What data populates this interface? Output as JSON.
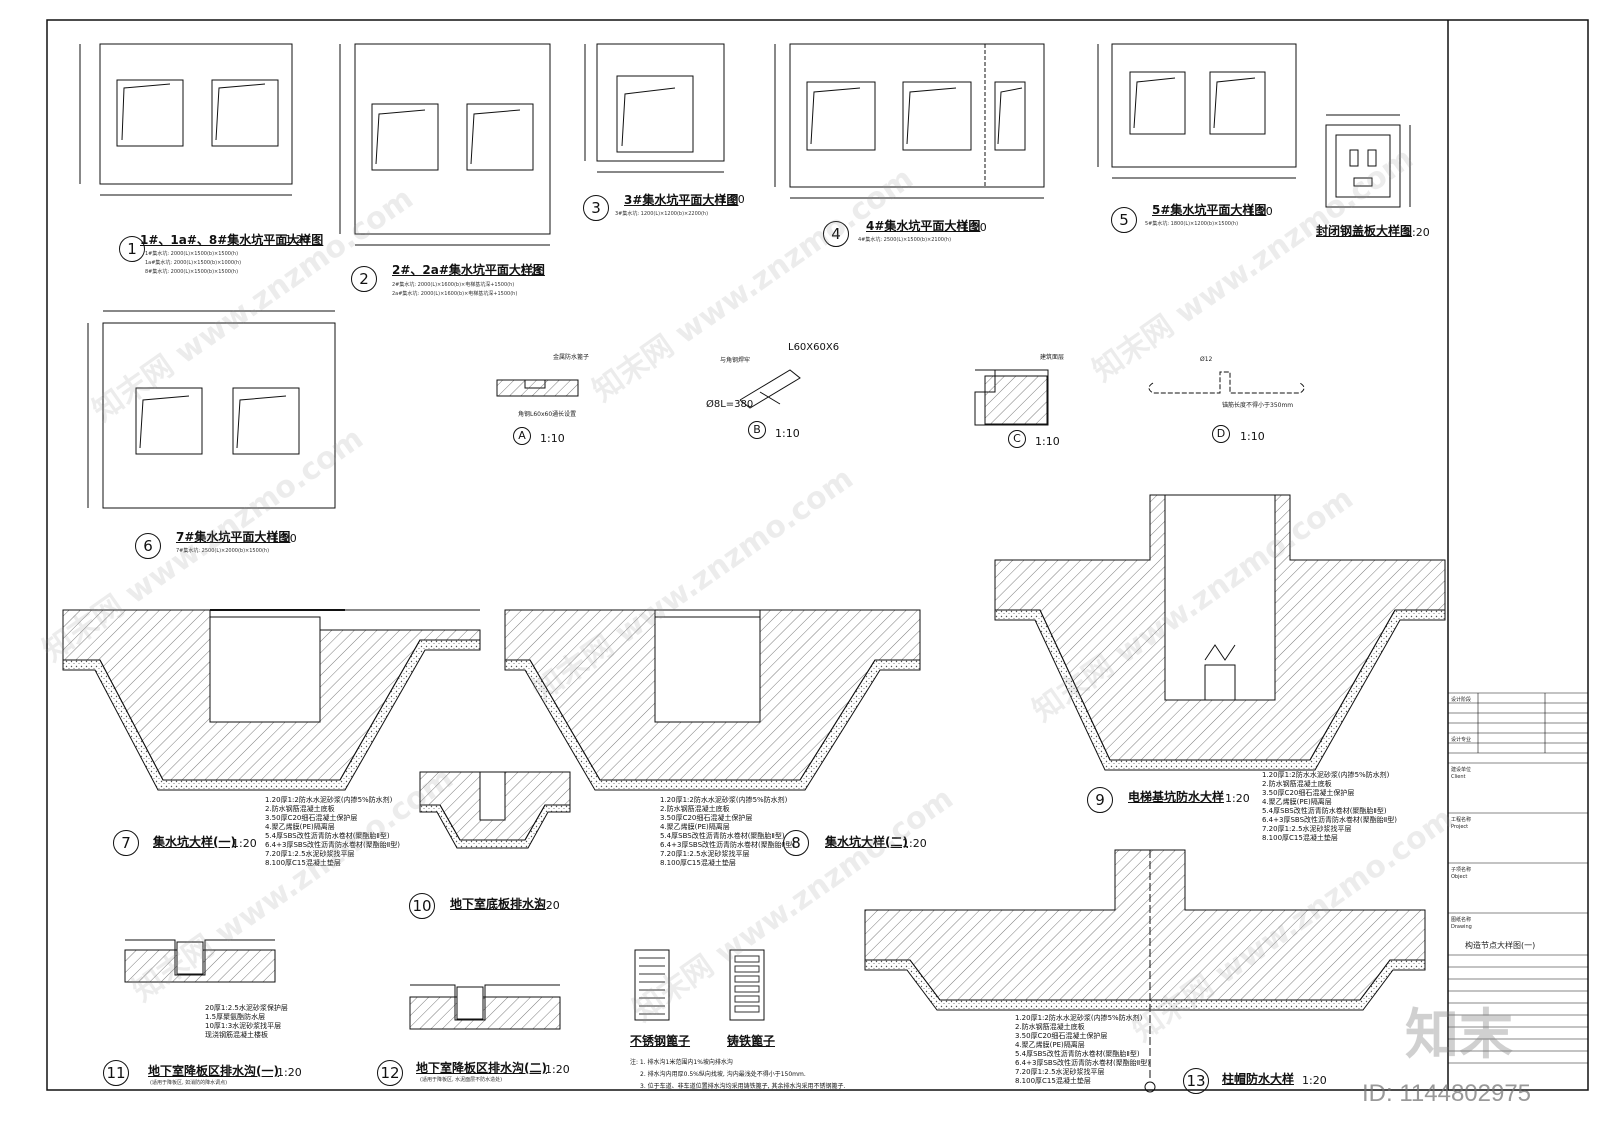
{
  "details": {
    "d1": {
      "num": "1",
      "title": "1#、1a#、8#集水坑平面大样图",
      "scale": "1:20",
      "notes": [
        "1#集水坑: 2000(L)×1500(b)×1500(h)",
        "1a#集水坑: 2000(L)×1500(b)×1000(h)",
        "8#集水坑: 2000(L)×1500(b)×1500(h)"
      ]
    },
    "d2": {
      "num": "2",
      "title": "2#、2a#集水坑平面大样图",
      "scale": "1:20",
      "notes": [
        "2#集水坑: 2000(L)×1600(b)×电梯基坑深+1500(h)",
        "2a#集水坑: 2000(L)×1600(b)×电梯基坑深+1500(h)"
      ]
    },
    "d3": {
      "num": "3",
      "title": "3#集水坑平面大样图",
      "scale": "1:20",
      "notes": [
        "3#集水坑: 1200(L)×1200(b)×2200(h)"
      ]
    },
    "d4": {
      "num": "4",
      "title": "4#集水坑平面大样图",
      "scale": "1:20",
      "notes": [
        "4#集水坑: 2500(L)×1500(b)×2100(h)"
      ]
    },
    "d5": {
      "num": "5",
      "title": "5#集水坑平面大样图",
      "scale": "1:20",
      "notes": [
        "5#集水坑: 1800(L)×1200(b)×1500(h)"
      ]
    },
    "cover": {
      "title": "封闭钢盖板大样图",
      "scale": "1:20"
    },
    "d6": {
      "num": "6",
      "title": "7#集水坑平面大样图",
      "scale": "1:20",
      "notes": [
        "7#集水坑: 2500(L)×2000(b)×1500(h)"
      ]
    },
    "dA": {
      "num": "A",
      "scale": "1:10",
      "label": "角钢L60x60通长设置",
      "top": "金属防水篦子"
    },
    "dB": {
      "num": "B",
      "scale": "1:10",
      "label": "L60X60X6",
      "label2": "与角钢焊牢",
      "label3": "Ø8L=380"
    },
    "dC": {
      "num": "C",
      "scale": "1:10",
      "label": "建筑面层"
    },
    "dD": {
      "num": "D",
      "scale": "1:10",
      "label": "锚筋长度不得小于350mm",
      "label2": "Ø12"
    },
    "d7": {
      "num": "7",
      "title": "集水坑大样(一)",
      "scale": "1:20"
    },
    "d8": {
      "num": "8",
      "title": "集水坑大样(二)",
      "scale": "1:20"
    },
    "d9": {
      "num": "9",
      "title": "电梯基坑防水大样",
      "scale": "1:20"
    },
    "d10": {
      "num": "10",
      "title": "地下室底板排水沟",
      "scale": "1:20"
    },
    "d11": {
      "num": "11",
      "title": "地下室降板区排水沟(一)",
      "scale": "1:20",
      "notes": [
        "(适用于降板区, 如消防的降水调点)"
      ]
    },
    "d12": {
      "num": "12",
      "title": "地下室降板区排水沟(二)",
      "scale": "1:20",
      "notes": [
        "(适用于降板区, 水泥面层不防水造处)"
      ]
    },
    "d13": {
      "num": "13",
      "title": "柱帽防水大样",
      "scale": "1:20"
    },
    "grate1": {
      "title": "不锈钢篦子"
    },
    "grate2": {
      "title": "铸铁篦子"
    }
  },
  "layers": {
    "pit": [
      "1.20厚1:2防水水泥砂浆(内掺5%防水剂)",
      "2.防水钢筋混凝土底板",
      "3.50厚C20细石混凝土保护层",
      "4.聚乙烯膜(PE)隔离层",
      "5.4厚SBS改性沥青防水卷材(聚酯胎Ⅱ型)",
      "6.4+3厚SBS改性沥青防水卷材(聚酯胎Ⅱ型)",
      "7.20厚1:2.5水泥砂浆找平层",
      "8.100厚C15混凝土垫层"
    ],
    "d11": [
      "20厚1:2.5水泥砂浆保护层",
      "1.5厚聚氨酯防水层",
      "10厚1:3水泥砂浆找平层",
      "现浇钢筋混凝土楼板"
    ]
  },
  "general_notes": [
    "注: 1. 排水沟1米范围内1%坡向排水沟",
    "2. 排水沟内用厚0.5%纵向找坡, 沟内最浅处不得小于150mm.",
    "3. 位于车道、非车道位置排水沟均采用铸铁篦子, 其余排水沟采用不锈钢篦子."
  ],
  "title_block": {
    "rows": [
      "设计阶段",
      "设计专业",
      "建设单位",
      "Client",
      "工程名称",
      "Project",
      "子项名称",
      "Object",
      "图纸名称",
      "Drawing"
    ],
    "drawing_name": "构造节点大样图(一)"
  },
  "watermark": {
    "text": "知末网 www.znzmo.com",
    "brand": "知末",
    "id": "ID: 1144802975"
  }
}
